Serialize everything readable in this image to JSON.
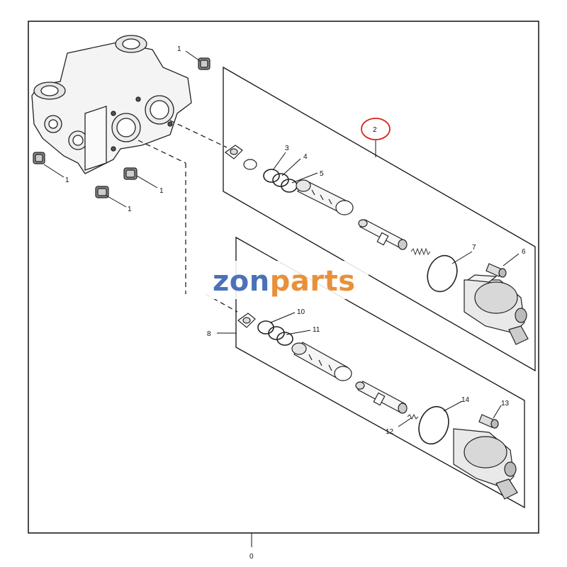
{
  "diagram": {
    "frame_label": "0",
    "callouts": {
      "c1a": "1",
      "c1b": "1",
      "c1c": "1",
      "c1d": "1",
      "c2": "2",
      "c3": "3",
      "c4": "4",
      "c5": "5",
      "c6": "6",
      "c7": "7",
      "c8": "8",
      "c10": "10",
      "c11": "11",
      "c12": "12",
      "c13": "13",
      "c14": "14"
    },
    "highlight_callout_color": "#d9221c"
  },
  "watermark": {
    "part1": "zon",
    "part2": "parts",
    "color1": "#4a72b8",
    "color2": "#e8913a"
  }
}
